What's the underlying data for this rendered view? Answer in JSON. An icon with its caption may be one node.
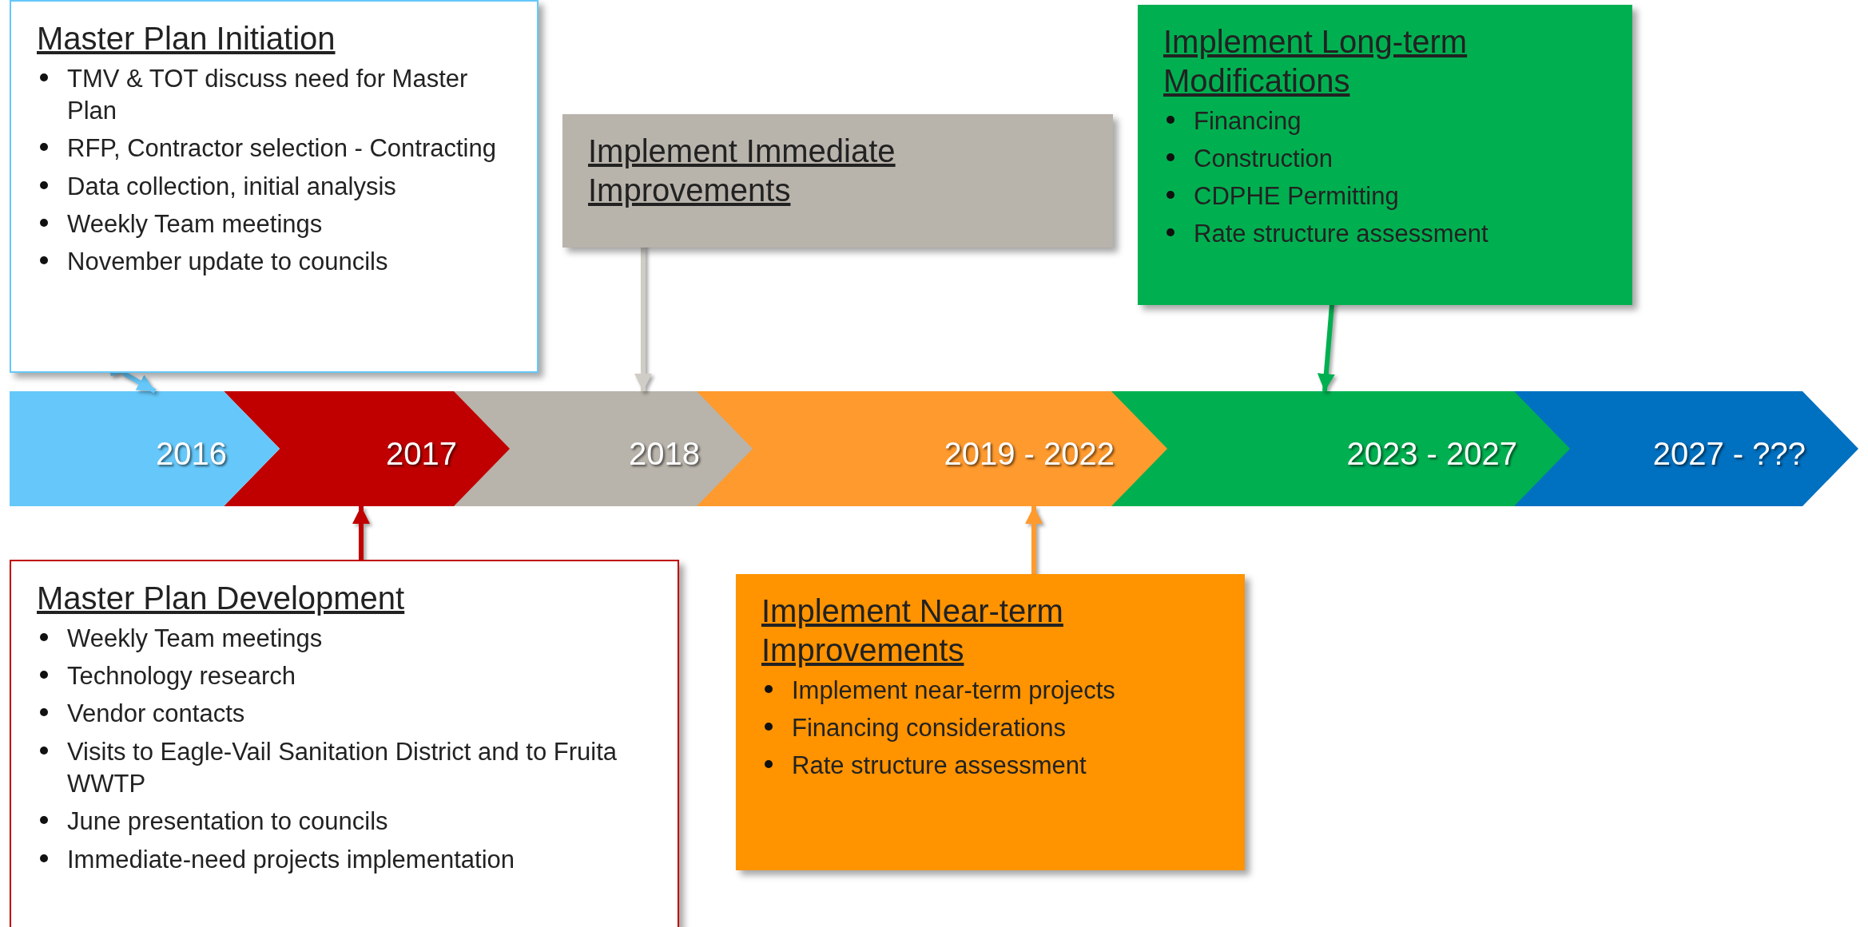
{
  "diagram": {
    "nodes": [
      {
        "text": [
          "Master Plan Initiation",
          "TMV & TOT discuss need for Master Plan",
          "RFP, Contractor selection - Contracting",
          "Data collection, initial analysis",
          "Weekly Team meetings",
          "November update to councils"
        ]
      },
      {
        "text": [
          "Implement Immediate Improvements"
        ]
      },
      {
        "text": [
          "Implement Long-term Modifications",
          "Financing",
          "Construction",
          "CDPHE Permitting",
          "Rate structure assessment"
        ]
      },
      {
        "text": [
          "2016"
        ]
      },
      {
        "text": [
          "2017"
        ]
      },
      {
        "text": [
          "2018"
        ]
      },
      {
        "text": [
          "2019 - 2022"
        ]
      },
      {
        "text": [
          "2023 - 2027"
        ]
      },
      {
        "text": [
          "2027 - ???"
        ]
      },
      {
        "text": [
          "Master Plan Development",
          "Weekly Team meetings",
          "Technology research",
          "Vendor contacts",
          "Visits to Eagle-Vail Sanitation District and to Fruita WWTP",
          "June presentation to councils",
          "Immediate-need projects implementation"
        ]
      },
      {
        "text": [
          "Implement Near-term Improvements",
          "Implement near-term projects",
          "Financing considerations",
          "Rate structure assessment"
        ]
      }
    ],
    "edges": [
      {
        "from": 0,
        "to": 3,
        "arrow": "to",
        "color": "#66c8fa"
      },
      {
        "from": 1,
        "to": 5,
        "arrow": "to",
        "color": "#d0ccc6"
      },
      {
        "from": 2,
        "to": 7,
        "arrow": "to",
        "color": "#00b050"
      },
      {
        "from": 9,
        "to": 4,
        "arrow": "to",
        "color": "#c00000"
      },
      {
        "from": 10,
        "to": 6,
        "arrow": "to",
        "color": "#ff9a2e"
      }
    ]
  }
}
